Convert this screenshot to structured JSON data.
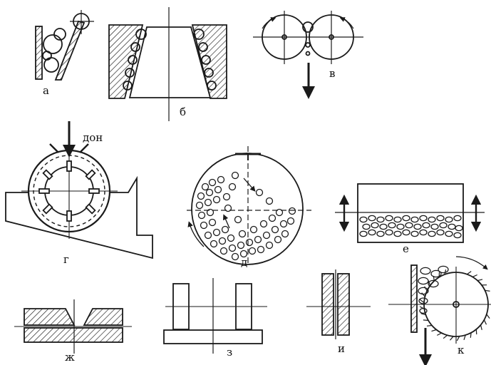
{
  "labels": {
    "a": "а",
    "b": "б",
    "v": "в",
    "g": "г",
    "d": "д",
    "e": "е",
    "zh": "ж",
    "z": "з",
    "i": "и",
    "k": "к",
    "feed": "дон"
  },
  "colors": {
    "ink": "#1a1a1a",
    "paper": "#ffffff"
  }
}
